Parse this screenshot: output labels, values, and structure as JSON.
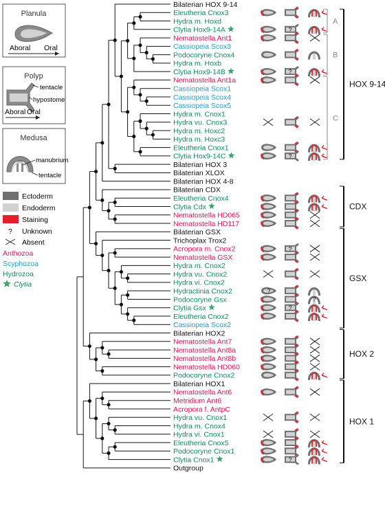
{
  "colors": {
    "Anthozoa": "#d8175a",
    "Scyphozoa": "#2a9bc7",
    "Hydrozoa": "#128a64",
    "Bilaterian": "#111111",
    "Other": "#111111",
    "ectoderm": "#707070",
    "endoderm": "#d2d2d2",
    "staining": "#e0202a",
    "star": "#3fa570"
  },
  "panels": {
    "planula": {
      "title": "Planula",
      "aboral": "Aboral",
      "oral": "Oral"
    },
    "polyp": {
      "title": "Polyp",
      "tentacle": "tentacle",
      "hypostome": "hypostome",
      "aboral": "Aboral",
      "oral": "Oral"
    },
    "medusa": {
      "title": "Medusa",
      "manubrium": "manubrium",
      "tentacle": "tentacle"
    }
  },
  "legend": {
    "ectoderm": "Ectoderm",
    "endoderm": "Endoderm",
    "staining": "Staining",
    "unknown_symbol": "?",
    "unknown": "Unknown",
    "absent": "Absent",
    "taxa": [
      {
        "name": "Anthozoa",
        "group": "Anthozoa"
      },
      {
        "name": "Scyphozoa",
        "group": "Scyphozoa"
      },
      {
        "name": "Hydrozoa",
        "group": "Hydrozoa"
      },
      {
        "name": "Clytia",
        "group": "Hydrozoa",
        "star": true
      }
    ]
  },
  "groups": [
    {
      "label": "HOX 9-14",
      "subgroups": [
        "A",
        "B",
        "C"
      ]
    },
    {
      "label": "CDX"
    },
    {
      "label": "GSX"
    },
    {
      "label": "HOX 2"
    },
    {
      "label": "HOX 1"
    }
  ],
  "leaves": [
    {
      "name": "Bilaterian HOX 9-14",
      "group": "Bilaterian"
    },
    {
      "name": "Eleutheria Cnox3",
      "group": "Hydrozoa",
      "expr": [
        "stain",
        "stain",
        "stain"
      ]
    },
    {
      "name": "Hydra m. Hoxd",
      "group": "Hydrozoa"
    },
    {
      "name": "Clytia Hox9-14A",
      "group": "Hydrozoa",
      "star": true,
      "expr": [
        "stain",
        "unknown",
        "stain"
      ]
    },
    {
      "name": "Nematostella Ant1",
      "group": "Anthozoa",
      "expr": [
        "stain",
        "stain",
        "absent"
      ]
    },
    {
      "name": "Cassiopeia Scox3",
      "group": "Scyphozoa"
    },
    {
      "name": "Podocoryne Cnox4",
      "group": "Hydrozoa",
      "expr": [
        "plain",
        "stain",
        "plain"
      ]
    },
    {
      "name": "Hydra m. Hoxb",
      "group": "Hydrozoa"
    },
    {
      "name": "Clytia Hox9-14B",
      "group": "Hydrozoa",
      "star": true,
      "expr": [
        "stain",
        "unknown",
        "stain"
      ]
    },
    {
      "name": "Nematostella Ant1a",
      "group": "Anthozoa",
      "expr": [
        "stain",
        "stain",
        "absent"
      ]
    },
    {
      "name": "Cassiopeia Scox1",
      "group": "Scyphozoa"
    },
    {
      "name": "Cassiopeia Scox4",
      "group": "Scyphozoa"
    },
    {
      "name": "Cassiopeia Scox5",
      "group": "Scyphozoa"
    },
    {
      "name": "Hydra m. Cnox1",
      "group": "Hydrozoa"
    },
    {
      "name": "Hydra vu. Cnox3",
      "group": "Hydrozoa",
      "expr": [
        "absent",
        "stain",
        "absent"
      ]
    },
    {
      "name": "Hydra m. Hoxc2",
      "group": "Hydrozoa"
    },
    {
      "name": "Hydra m. Hoxc3",
      "group": "Hydrozoa"
    },
    {
      "name": "Eleutheria Cnox1",
      "group": "Hydrozoa",
      "expr": [
        "plain",
        "stain",
        "stain"
      ]
    },
    {
      "name": "Clytia Hox9-14C",
      "group": "Hydrozoa",
      "star": true,
      "expr": [
        "stain",
        "unknown",
        "stain"
      ]
    },
    {
      "name": "Bilaterian HOX 3",
      "group": "Bilaterian"
    },
    {
      "name": "Bilaterian XLOX",
      "group": "Bilaterian"
    },
    {
      "name": "Bilaterian HOX 4-8",
      "group": "Bilaterian"
    },
    {
      "name": "Bilaterian CDX",
      "group": "Bilaterian"
    },
    {
      "name": "Eleutheria Cnox4",
      "group": "Hydrozoa",
      "expr": [
        "stain",
        "stain",
        "stain"
      ]
    },
    {
      "name": "Clytia Cdx",
      "group": "Hydrozoa",
      "star": true,
      "expr": [
        "stain",
        "stain",
        "stain"
      ]
    },
    {
      "name": "Nematostella HD065",
      "group": "Anthozoa",
      "expr": [
        "stain",
        "stain",
        "absent"
      ]
    },
    {
      "name": "Nematostella HD117",
      "group": "Anthozoa",
      "expr": [
        "stain",
        "stain",
        "absent"
      ]
    },
    {
      "name": "Bilaterian GSX",
      "group": "Bilaterian"
    },
    {
      "name": "Trichoplax Trox2",
      "group": "Other"
    },
    {
      "name": "Acropora m. Cnox2",
      "group": "Anthozoa",
      "expr": [
        "stain",
        "unknown",
        "absent"
      ]
    },
    {
      "name": "Nematostella GSX",
      "group": "Anthozoa",
      "expr": [
        "stain",
        "stain",
        "absent"
      ]
    },
    {
      "name": "Hydra m. Cnox2",
      "group": "Hydrozoa"
    },
    {
      "name": "Hydra vu. Cnox2",
      "group": "Hydrozoa",
      "expr": [
        "absent",
        "stain",
        "absent"
      ]
    },
    {
      "name": "Hydra vi. Cnox2",
      "group": "Hydrozoa"
    },
    {
      "name": "Hydractinia Cnox2",
      "group": "Hydrozoa",
      "expr": [
        "unknown",
        "stain",
        "plain"
      ]
    },
    {
      "name": "Podocoryne Gsx",
      "group": "Hydrozoa",
      "expr": [
        "stain",
        "stain",
        "unknown"
      ]
    },
    {
      "name": "Clytia Gsx",
      "group": "Hydrozoa",
      "star": true,
      "expr": [
        "stain",
        "unknown",
        "stain"
      ]
    },
    {
      "name": "Eleutheria Cnox2",
      "group": "Hydrozoa",
      "expr": [
        "stain",
        "stain",
        "stain"
      ]
    },
    {
      "name": "Cassiopeia Scox2",
      "group": "Scyphozoa"
    },
    {
      "name": "Bilaterian HOX2",
      "group": "Bilaterian"
    },
    {
      "name": "Nematostella Ant7",
      "group": "Anthozoa",
      "expr": [
        "stain",
        "stain",
        "absent"
      ]
    },
    {
      "name": "Nematostella Ant8a",
      "group": "Anthozoa",
      "expr": [
        "stain",
        "stain",
        "absent"
      ]
    },
    {
      "name": "Nematostella Ant8b",
      "group": "Anthozoa",
      "expr": [
        "stain",
        "stain",
        "absent"
      ]
    },
    {
      "name": "Nematostella HD060",
      "group": "Anthozoa",
      "expr": [
        "stain",
        "stain",
        "absent"
      ]
    },
    {
      "name": "Podocoryne Cnox2",
      "group": "Hydrozoa",
      "expr": [
        "plain",
        "stain",
        "stain"
      ]
    },
    {
      "name": "Bilaterian HOX1",
      "group": "Bilaterian"
    },
    {
      "name": "Nematostella Ant6",
      "group": "Anthozoa",
      "expr": [
        "stain",
        "stain",
        "absent"
      ]
    },
    {
      "name": "Metridium Ant6",
      "group": "Anthozoa"
    },
    {
      "name": "Acropora f. AntpC",
      "group": "Anthozoa"
    },
    {
      "name": "Hydra vu. Cnox1",
      "group": "Hydrozoa",
      "expr": [
        "absent",
        "stain",
        "absent"
      ]
    },
    {
      "name": "Hydra m. Cnox4",
      "group": "Hydrozoa"
    },
    {
      "name": "Hydra vi. Cnox1",
      "group": "Hydrozoa",
      "expr": [
        "absent",
        "stain",
        "absent"
      ]
    },
    {
      "name": "Eleutheria Cnox5",
      "group": "Hydrozoa",
      "expr": [
        "stain",
        "stain",
        "stain"
      ]
    },
    {
      "name": "Podocoryne Cnox1",
      "group": "Hydrozoa",
      "expr": [
        "stain",
        "stain",
        "stain"
      ]
    },
    {
      "name": "Clytia Cnox1",
      "group": "Hydrozoa",
      "star": true,
      "expr": [
        "stain",
        "unknown",
        "stain"
      ]
    },
    {
      "name": "Outgroup",
      "group": "Other"
    }
  ]
}
